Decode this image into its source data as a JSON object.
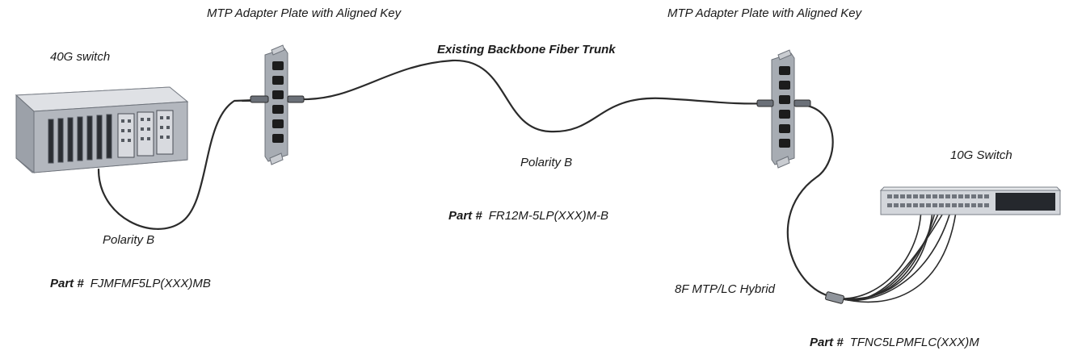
{
  "labels": {
    "adapter_left": "MTP Adapter Plate with Aligned Key",
    "adapter_right": "MTP Adapter Plate with Aligned Key",
    "switch_40g": "40G switch",
    "trunk": "Existing Backbone Fiber Trunk",
    "switch_10g": "10G Switch",
    "polarity_trunk": "Polarity B",
    "polarity_left": "Polarity B",
    "hybrid": "8F MTP/LC Hybrid"
  },
  "parts": {
    "key": "Part #",
    "trunk": "FR12M-5LP(XXX)M-B",
    "left": "FJMFMF5LP(XXX)MB",
    "hybrid": "TFNC5LPMFLC(XXX)M"
  },
  "colors": {
    "cable": "#2b2b2b",
    "chassis": "#b9bcc3",
    "panel": "#8a8f97",
    "adapter": "#9ea3aa",
    "port": "#1c1c1c"
  }
}
